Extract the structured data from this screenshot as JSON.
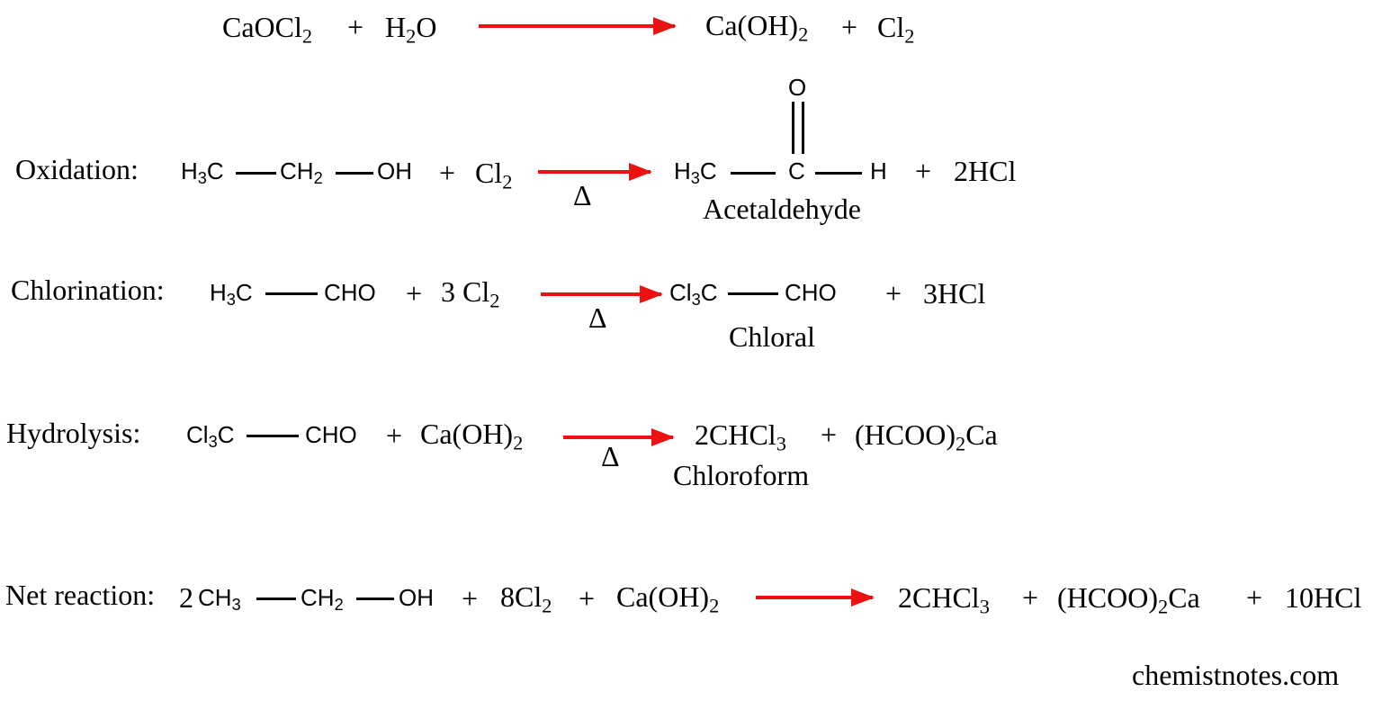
{
  "arrow_color": "#ee1111",
  "reactions": {
    "r0": {
      "reactants": [
        "CaOCl",
        "2",
        "+",
        "H",
        "2",
        "O"
      ],
      "products": [
        "Ca(OH)",
        "2",
        "+",
        "Cl",
        "2"
      ]
    },
    "oxidation": {
      "label": "Oxidation:",
      "reactant_atoms": [
        "H",
        "3",
        "C",
        "CH",
        "2",
        "OH"
      ],
      "plus1": "+",
      "cl2": [
        "Cl",
        "2"
      ],
      "condition": "Δ",
      "product_atoms": [
        "H",
        "3",
        "C",
        "C",
        "H",
        "O"
      ],
      "plus2": "+",
      "byproduct": "2HCl",
      "product_name": "Acetaldehyde"
    },
    "chlorination": {
      "label": "Chlorination:",
      "reactant_atoms": [
        "H",
        "3",
        "C",
        "CHO"
      ],
      "plus1": "+",
      "cl2": [
        "3 Cl",
        "2"
      ],
      "condition": "Δ",
      "product_atoms": [
        "Cl",
        "3",
        "C",
        "CHO"
      ],
      "plus2": "+",
      "byproduct": "3HCl",
      "product_name": "Chloral"
    },
    "hydrolysis": {
      "label": "Hydrolysis:",
      "reactant_atoms": [
        "Cl",
        "3",
        "C",
        "CHO"
      ],
      "plus1": "+",
      "base": [
        "Ca(OH)",
        "2"
      ],
      "condition": "Δ",
      "product1": [
        "2CHCl",
        "3"
      ],
      "plus2": "+",
      "product2": [
        "(HCOO)",
        "2",
        "Ca"
      ],
      "product_name": "Chloroform"
    },
    "net": {
      "label": "Net reaction:",
      "reactant_atoms": [
        "2",
        "CH",
        "3",
        "CH",
        "2",
        "OH"
      ],
      "plus1": "+",
      "cl2": [
        "8Cl",
        "2"
      ],
      "plus2": "+",
      "base": [
        "Ca(OH)",
        "2"
      ],
      "product1": [
        "2CHCl",
        "3"
      ],
      "plus3": "+",
      "product2": [
        "(HCOO)",
        "2",
        "Ca"
      ],
      "plus4": "+",
      "byproduct": "10HCl"
    }
  },
  "watermark": "chemistnotes.com"
}
